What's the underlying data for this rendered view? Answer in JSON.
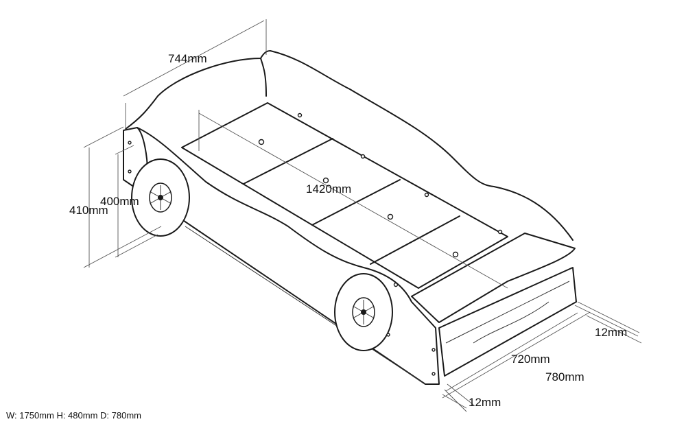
{
  "dimensions": {
    "width_top": "744mm",
    "length_inner": "1420mm",
    "height_outer": "410mm",
    "height_inner": "400mm",
    "depth_inner": "720mm",
    "depth_outer": "780mm",
    "thickness_front": "12mm",
    "thickness_side": "12mm"
  },
  "caption": "W: 1750mm H: 480mm D: 780mm"
}
